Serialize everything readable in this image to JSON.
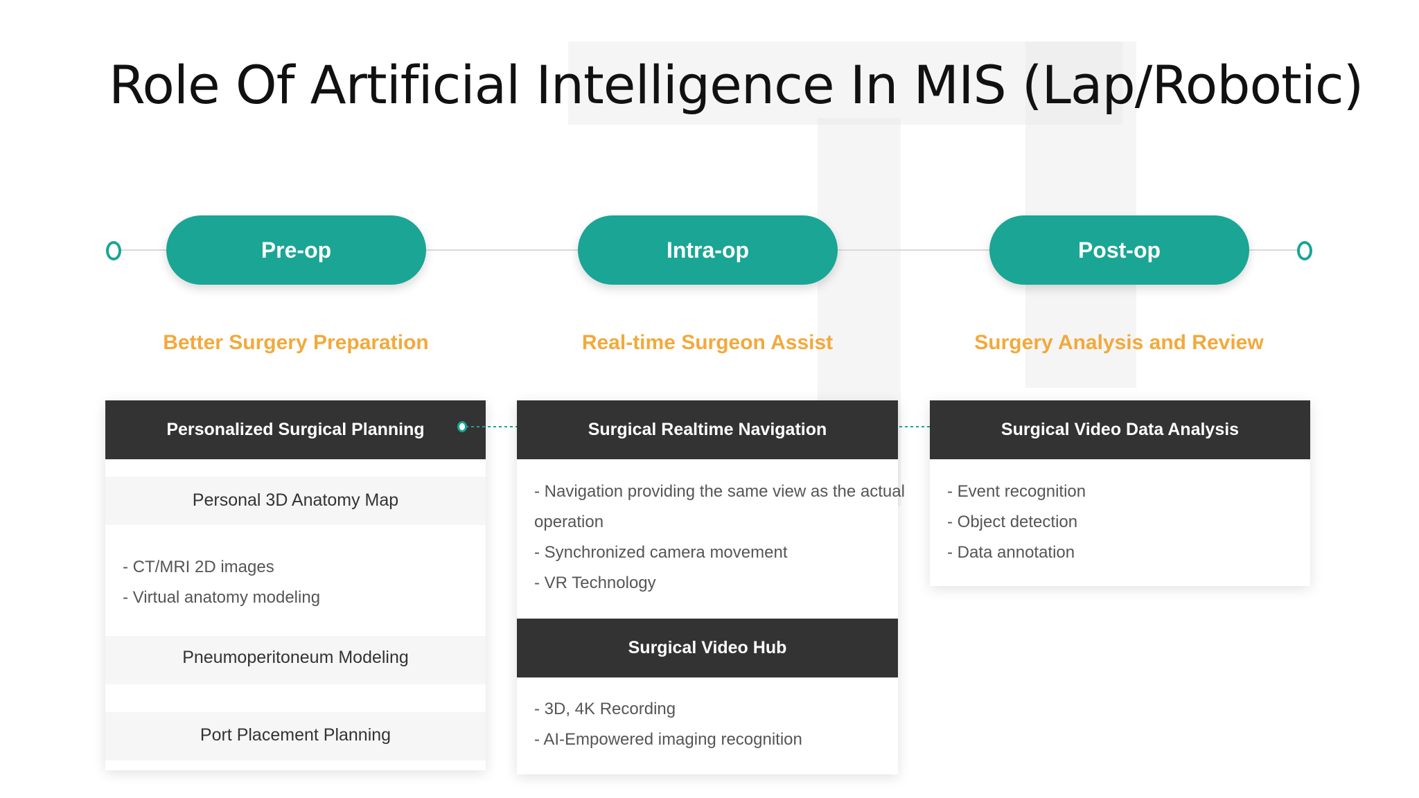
{
  "title": "Role Of Artificial Intelligence In MIS (Lap/Robotic)",
  "accent_color": "#1aa595",
  "subtitle_color": "#f2a93b",
  "header_color": "#333333",
  "stages": [
    {
      "label": "Pre-op",
      "subtitle": "Better Surgery Preparation"
    },
    {
      "label": "Intra-op",
      "subtitle": "Real-time Surgeon Assist"
    },
    {
      "label": "Post-op",
      "subtitle": "Surgery Analysis and Review"
    }
  ],
  "preop": {
    "header": "Personalized Surgical Planning",
    "item1": "Personal 3D Anatomy Map",
    "bullets": [
      "- CT/MRI 2D images",
      "- Virtual anatomy modeling"
    ],
    "item2": "Pneumoperitoneum Modeling",
    "item3": "Port Placement Planning"
  },
  "intraop": {
    "header": "Surgical Realtime Navigation",
    "bullets": [
      "- Navigation providing the same view as the actual",
      "operation",
      "- Synchronized camera movement",
      "- VR Technology"
    ],
    "header2": "Surgical Video Hub",
    "bullets2": [
      "- 3D, 4K Recording",
      "- AI-Empowered imaging recognition"
    ]
  },
  "postop": {
    "header": "Surgical Video Data Analysis",
    "bullets": [
      "- Event recognition",
      "- Object detection",
      "- Data annotation"
    ]
  }
}
